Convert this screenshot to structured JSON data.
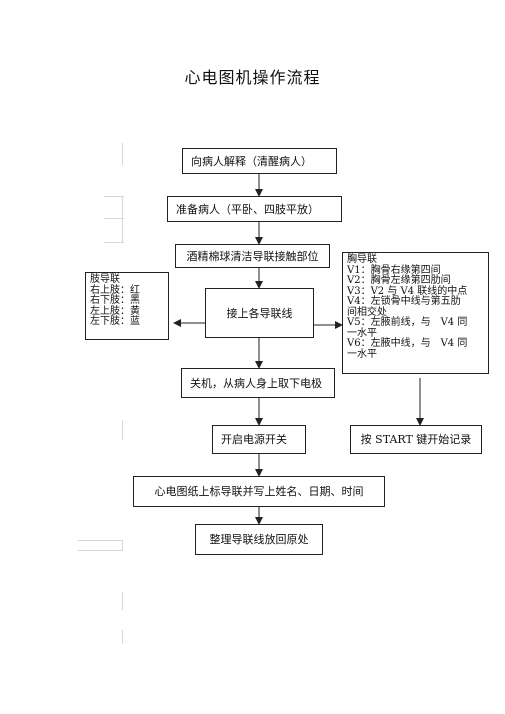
{
  "title": "心电图机操作流程",
  "steps": {
    "explain": "向病人解释（清醒病人）",
    "prepare": "准备病人（平卧、四肢平放）",
    "clean": "酒精棉球清洁导联接触部位",
    "connect": "接上各导联线",
    "shutdown": "关机，从病人身上取下电极",
    "power_on": "开启电源开关",
    "press_start": "按 START 键开始记录",
    "label_paper": "心电图纸上标导联并写上姓名、日期、时间",
    "tidy": "整理导联线放回原处"
  },
  "limb_leads": {
    "heading": "肢导联",
    "lines": [
      "右上肢：红",
      "右下肢：黑",
      "左上肢：黄",
      "左下肢：蓝"
    ]
  },
  "chest_leads": {
    "heading": "胸导联",
    "lines": [
      "V1：胸骨右缘第四间",
      "V2：胸骨左缘第四肋间",
      "V3：V2 与 V4 联线的中点",
      "V4：左锁骨中线与第五肋",
      "间相交处",
      "V5：左腋前线，与　V4 同",
      "一水平",
      "V6：左腋中线，与　V4 同",
      "一水平"
    ]
  }
}
